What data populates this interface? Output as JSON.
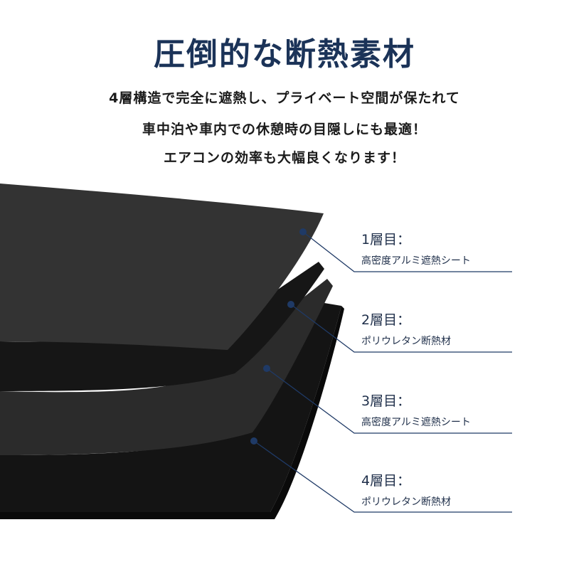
{
  "title": "圧倒的な断熱素材",
  "description": [
    "4層構造で完全に遮熱し、プライベート空間が保たれて",
    "車中泊や車内での休憩時の目隠しにも最適！",
    "エアコンの効率も大幅良くなります！"
  ],
  "layers": [
    {
      "title": "1層目：",
      "material": "高密度アルミ遮熱シート"
    },
    {
      "title": "2層目：",
      "material": "ポリウレタン断熱材"
    },
    {
      "title": "3層目：",
      "material": "高密度アルミ遮熱シート"
    },
    {
      "title": "4層目：",
      "material": "ポリウレタン断熱材"
    }
  ],
  "colors": {
    "title": "#1b3358",
    "leader_line": "#1f3a66",
    "sheet": "#2e2e2e",
    "foam": "#141414"
  }
}
